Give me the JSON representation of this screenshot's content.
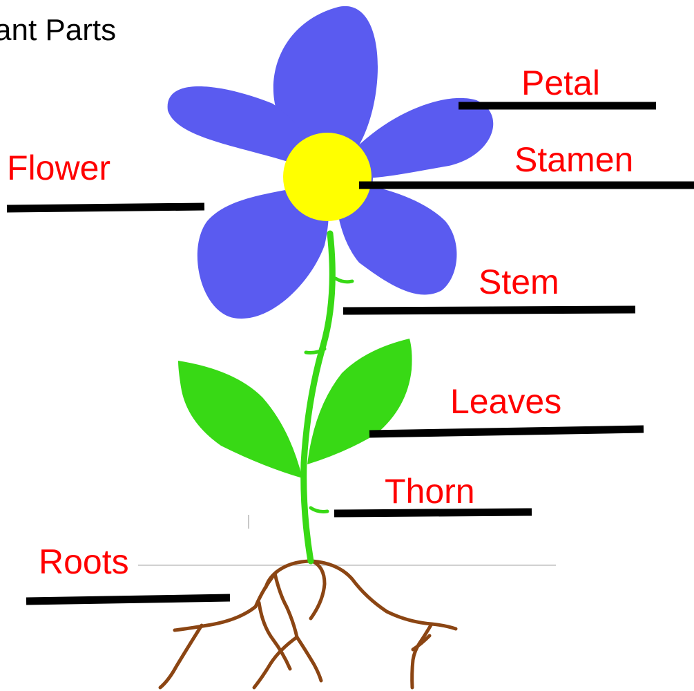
{
  "title": "ant Parts",
  "labels": {
    "flower": "Flower",
    "petal": "Petal",
    "stamen": "Stamen",
    "stem": "Stem",
    "leaves": "Leaves",
    "thorn": "Thorn",
    "roots": "Roots"
  },
  "colors": {
    "label_text": "#ff0000",
    "title_text": "#000000",
    "answer_line": "#000000",
    "petal": "#5a5bf0",
    "stamen": "#ffff00",
    "stem_leaf": "#38d915",
    "root": "#8b4513",
    "ground": "#d0d0d0"
  }
}
